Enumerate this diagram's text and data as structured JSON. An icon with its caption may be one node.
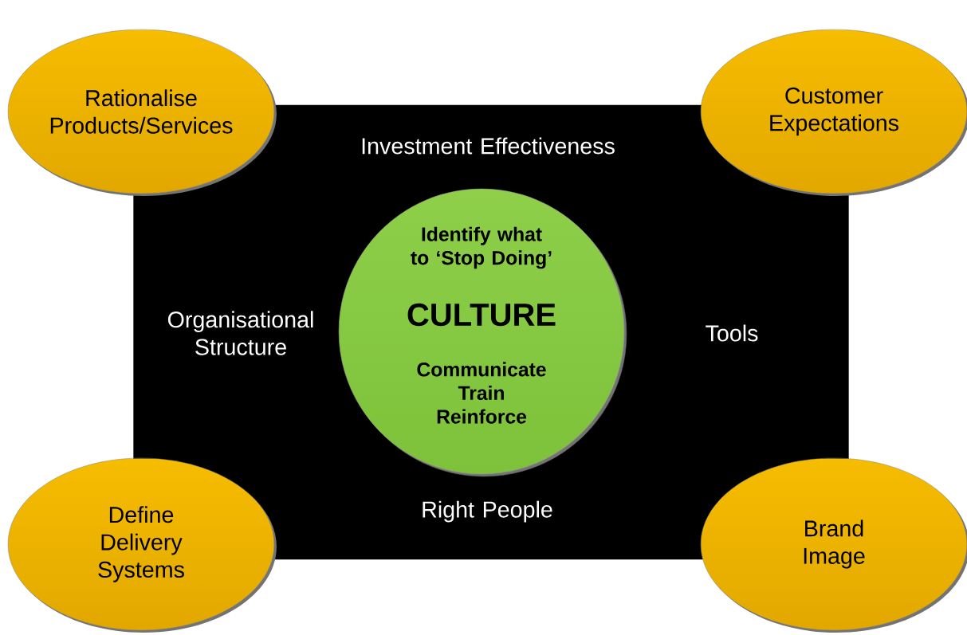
{
  "diagram": {
    "nodes": [
      {
        "text": [
          "Investment Effectiveness",
          "Organisational Structure",
          "Tools",
          "Right People"
        ]
      },
      {
        "text": [
          "Identify what to ‘Stop Doing’",
          "CULTURE",
          "Communicate Train Reinforce"
        ],
        "in": 0
      },
      {
        "text": [
          "Rationalise Products/Services"
        ]
      },
      {
        "text": [
          "Customer Expectations"
        ]
      },
      {
        "text": [
          "Define Delivery Systems"
        ]
      },
      {
        "text": [
          "Brand Image"
        ]
      }
    ]
  }
}
